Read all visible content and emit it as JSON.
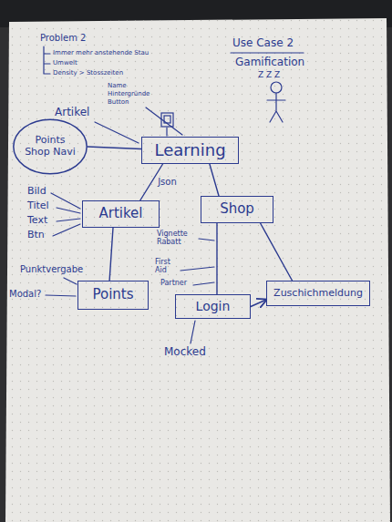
{
  "diagram": {
    "nodes": [
      {
        "text": [
          "Learning"
        ]
      },
      {
        "text": [
          "Points",
          "Shop Navi"
        ]
      },
      {
        "text": [
          "Artikel"
        ]
      },
      {
        "text": [
          "Shop"
        ]
      },
      {
        "text": [
          "Points"
        ]
      },
      {
        "text": [
          "Login"
        ]
      },
      {
        "text": [
          "Zuschichmeldung"
        ]
      }
    ],
    "edges": [
      {
        "from": 1,
        "to": 0,
        "arrow": "none"
      },
      {
        "from": 0,
        "to": 2,
        "label": "Json",
        "arrow": "none"
      },
      {
        "from": 0,
        "to": 3,
        "arrow": "none"
      },
      {
        "from": 2,
        "to": 4,
        "arrow": "none"
      },
      {
        "from": 3,
        "to": 5,
        "arrow": "none"
      },
      {
        "from": 3,
        "to": 6,
        "arrow": "none"
      },
      {
        "from": 5,
        "to": 6,
        "arrow": "to"
      }
    ],
    "labels": [
      "Problem 2",
      "Immer mehr anstehende Stau",
      "Umwelt",
      "Density > Stosszeiten",
      "Use Case 2",
      "Gamification",
      "Z Z Z",
      "Name",
      "Hintergründe",
      "Button",
      "Artikel",
      "Bild",
      "Titel",
      "Text",
      "Btn",
      "Vignette Rabatt",
      "First Aid",
      "Partner",
      "Punktvergabe",
      "Modal?",
      "Mocked"
    ]
  }
}
